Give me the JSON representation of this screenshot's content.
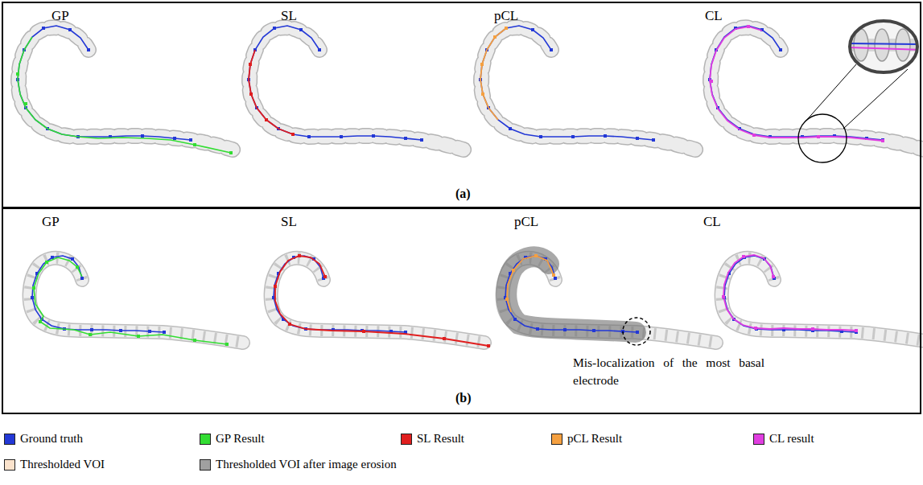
{
  "diagram": {
    "nodes": [
      {
        "text": [
          "GP",
          "SL",
          "pCL",
          "CL",
          "(a)"
        ]
      },
      {
        "text": [
          "GP",
          "SL",
          "pCL",
          "CL",
          "Mis-localization of the most basal electrode",
          "(b)"
        ]
      }
    ],
    "legend": [
      {
        "text": "Ground truth",
        "color": "#2338d6"
      },
      {
        "text": "GP Result",
        "color": "#33dd33"
      },
      {
        "text": "SL Result",
        "color": "#e01e1e"
      },
      {
        "text": "pCL Result",
        "color": "#f5a040"
      },
      {
        "text": "CL result",
        "color": "#e03ee0"
      },
      {
        "text": "Thresholded VOI",
        "color": "#fbe3cc"
      },
      {
        "text": "Thresholded VOI after image erosion",
        "color": "#a0a0a0"
      }
    ]
  }
}
